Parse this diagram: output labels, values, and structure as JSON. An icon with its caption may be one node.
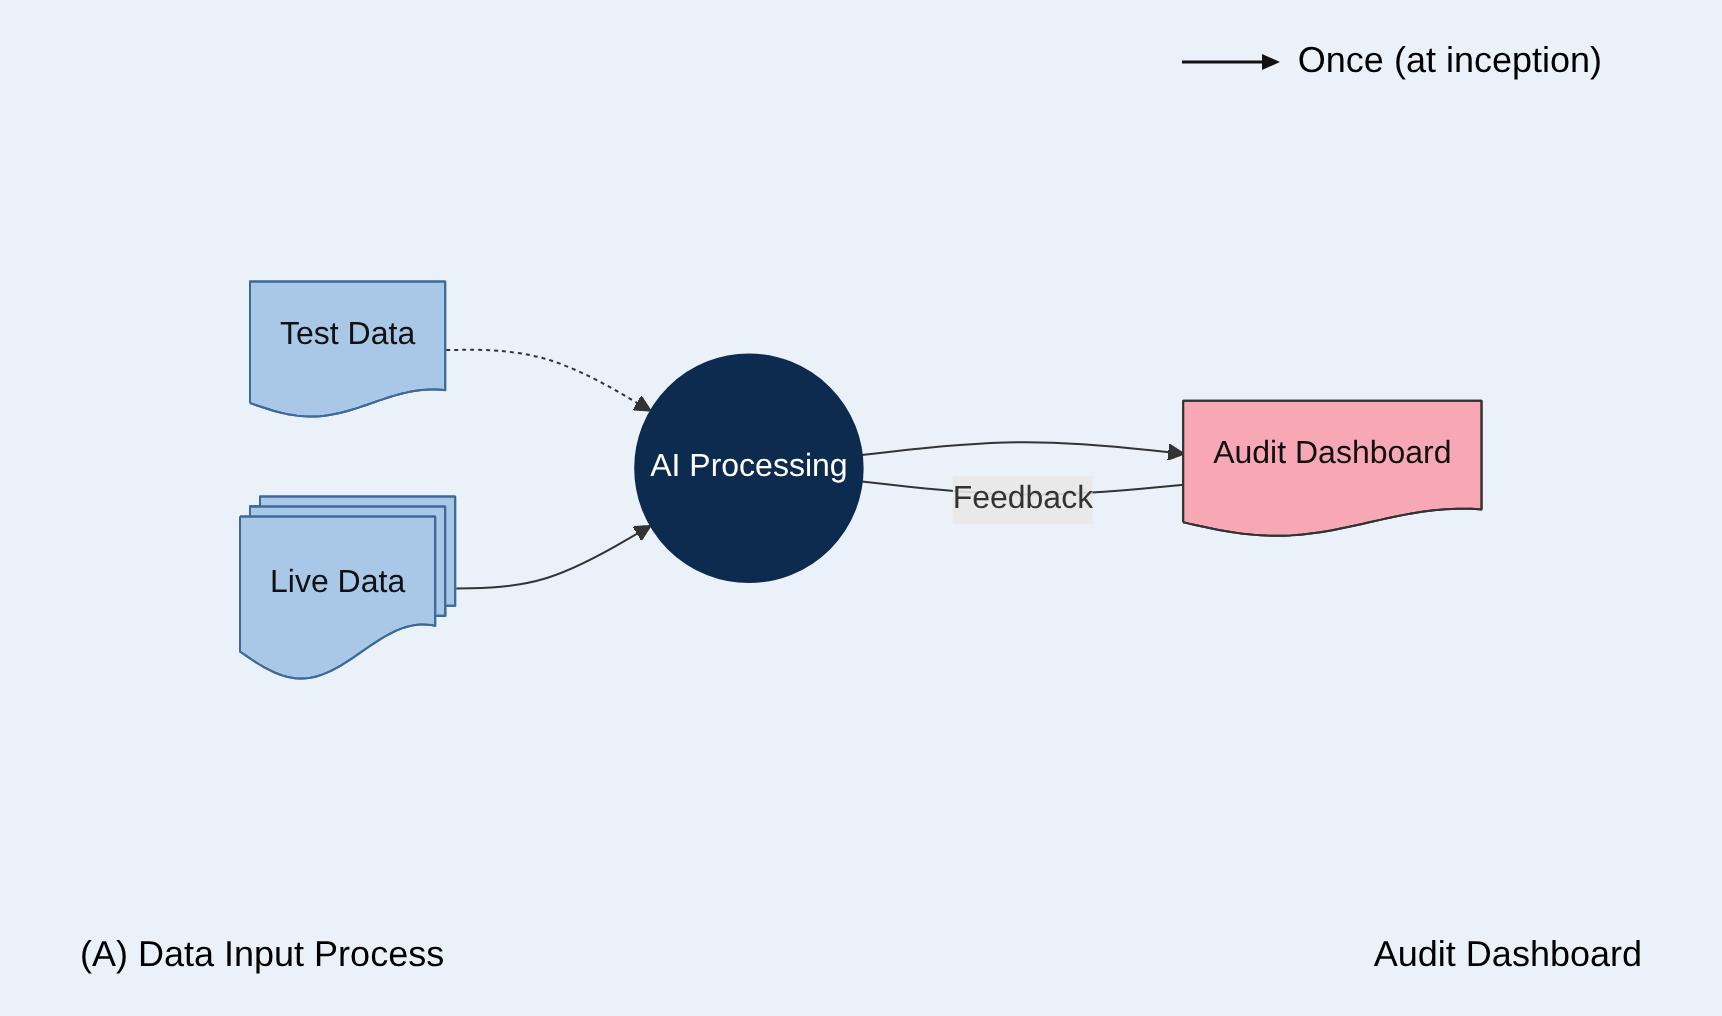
{
  "diagram": {
    "nodes": [
      {
        "text": [
          "Test Data"
        ]
      },
      {
        "text": [
          "Live Data"
        ]
      },
      {
        "text": [
          "AI Processing"
        ]
      },
      {
        "text": [
          "Audit Dashboard"
        ]
      }
    ],
    "edges": [
      {
        "from": 0,
        "to": 2,
        "arrow": "to",
        "style": "dashed"
      },
      {
        "from": 1,
        "to": 2,
        "arrow": "to"
      },
      {
        "from": 2,
        "to": 3,
        "arrow": "to"
      },
      {
        "from": 3,
        "to": 2,
        "arrow": "none",
        "label": "Feedback"
      }
    ],
    "labels": [
      "(A) Data Input Process",
      "Audit Dashboard"
    ],
    "legend": [
      {
        "text": "Once (at inception)"
      }
    ]
  }
}
